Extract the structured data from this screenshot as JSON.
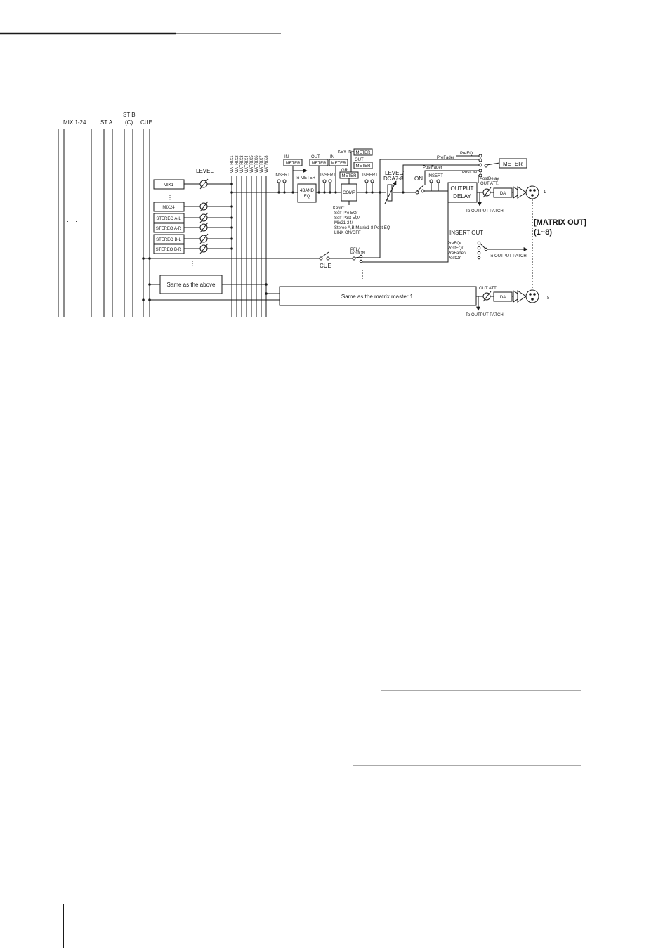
{
  "bus_headers": {
    "mix": "MIX 1-24",
    "st_a": "ST A",
    "st_b": "ST B",
    "st_b_c": "(C)",
    "cue": "CUE",
    "dots": "·····"
  },
  "matrix_bus_labels": [
    "MATRIX1",
    "MATRIX2",
    "MATRIX3",
    "MATRIX4",
    "MATRIX5",
    "MATRIX6",
    "MATRIX7",
    "MATRIX8"
  ],
  "inputs": {
    "level": "LEVEL",
    "mix1": "MIX1",
    "mix24": "MIX24",
    "stereo_a_l": "STEREO A-L",
    "stereo_a_r": "STEREO A-R",
    "stereo_b_l": "STEREO B-L",
    "stereo_b_r": "STEREO B-R",
    "same_as_above": "Same as the above"
  },
  "chain": {
    "in": "IN",
    "meter": "METER",
    "to_meter": "To METER",
    "insert": "INSERT",
    "eq_line1": "4BAND",
    "eq_line2": "EQ",
    "out": "OUT",
    "key_in": "KEY IN",
    "gr": "GR",
    "comp": "COMP",
    "keyin_notes": [
      "Keyin:",
      "Self Pre EQ/",
      "Self Post EQ/",
      "Mix21-24/",
      "Stereo A,B,Matrix1-8 Post EQ",
      "LINK ON/OFF"
    ],
    "level_dca_line1": "LEVEL/",
    "level_dca_line2": "DCA7-8",
    "on": "ON",
    "output_delay_line1": "OUTPUT",
    "output_delay_line2": "DELAY",
    "out_att": "OUT ATT.",
    "da": "DA",
    "channel_1": "1",
    "channel_8": "8",
    "to_output_patch": "To OUTPUT PATCH"
  },
  "meter_taps": {
    "pre_eq": "PreEQ",
    "pre_fader": "PreFader",
    "post_fader": "PostFader",
    "post_on": "PostON",
    "post_delay": "PostDelay",
    "meter": "METER"
  },
  "insert_out": {
    "title": "INSERT OUT",
    "taps": [
      "PreEQ/",
      "PostEQ/",
      "PreFader/",
      "PostOn"
    ],
    "to_output_patch": "To OUTPUT PATCH"
  },
  "cue": {
    "label": "CUE",
    "switch_line1": "PFL/",
    "switch_line2": "PostON"
  },
  "matrix_master": "Same as the matrix master 1",
  "matrix_out": {
    "line1": "[MATRIX  OUT]",
    "line2": "(1~8)"
  }
}
